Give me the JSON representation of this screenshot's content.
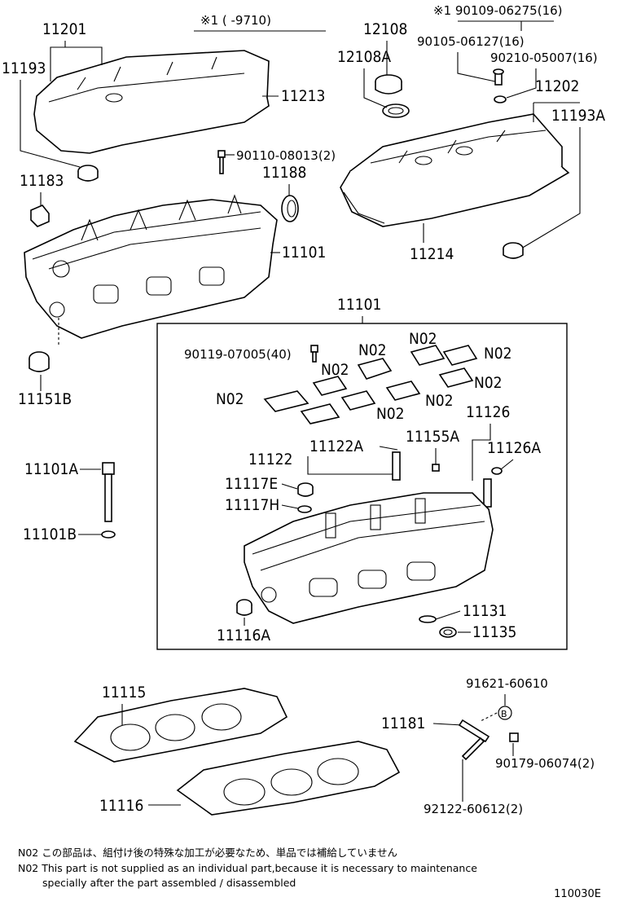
{
  "header": {
    "applicability": "※1 (        -9710)"
  },
  "labels": {
    "l11201": "11201",
    "l11193": "11193",
    "l11213": "11213",
    "l12108": "12108",
    "l12108A": "12108A",
    "l90109": "※1 90109-06275(16)",
    "l90105": "90105-06127(16)",
    "l90210": "90210-05007(16)",
    "l11202": "11202",
    "l11193A": "11193A",
    "l90110": "90110-08013(2)",
    "l11188": "11188",
    "l11183": "11183",
    "l11101top": "11101",
    "l11214": "11214",
    "l11151B": "11151B",
    "l11101box": "11101",
    "l90119": "90119-07005(40)",
    "n02a": "N02",
    "n02b": "N02",
    "n02c": "N02",
    "n02d": "N02",
    "n02e": "N02",
    "n02f": "N02",
    "n02g": "N02",
    "n02h": "N02",
    "l11126": "11126",
    "l11122A": "11122A",
    "l11155A": "11155A",
    "l11122": "11122",
    "l11126A": "11126A",
    "l11117E": "11117E",
    "l11117H": "11117H",
    "l11101A": "11101A",
    "l11101B": "11101B",
    "l11131": "11131",
    "l11135": "11135",
    "l11116A": "11116A",
    "l11115": "11115",
    "l91621": "91621-60610",
    "l11181": "11181",
    "l90179": "90179-06074(2)",
    "l11116": "11116",
    "l92122": "92122-60612(2)",
    "circleB": "B"
  },
  "notes": {
    "jp": "N02 この部品は、組付け後の特殊な加工が必要なため、単品では補給していません",
    "en1": "N02 This part is not supplied as an individual part,because it is necessary to maintenance",
    "en2": "specially after the part assembled / disassembled"
  },
  "ref_code": "110030E"
}
